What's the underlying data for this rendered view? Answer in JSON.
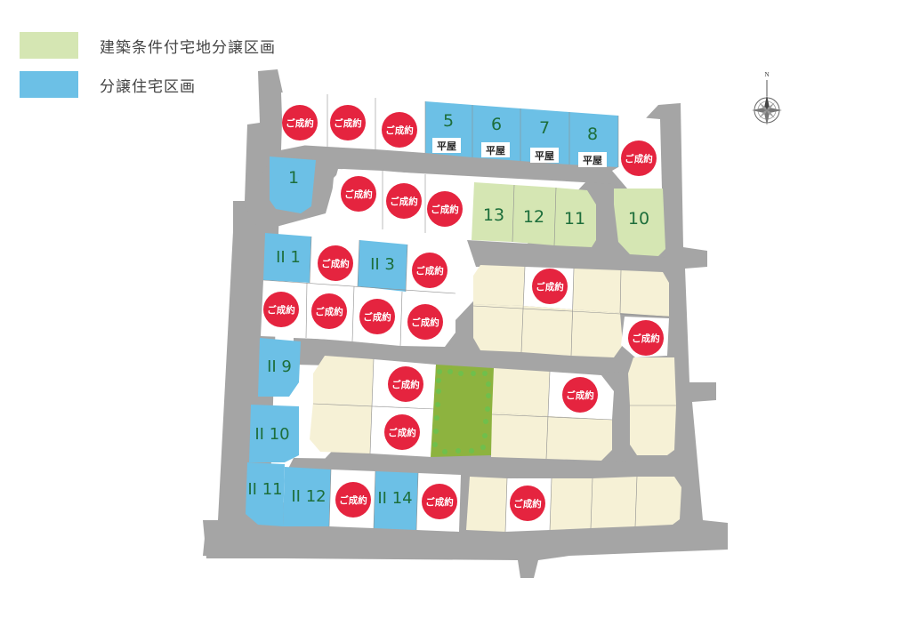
{
  "legend": [
    {
      "label": "建築条件付宅地分譲区画",
      "color": "#d5e6b3"
    },
    {
      "label": "分譲住宅区画",
      "color": "#6cc0e6"
    }
  ],
  "compass": {
    "north_label": "N"
  },
  "sold_label": "ご成約",
  "flat_label": "平屋",
  "colors": {
    "road": "#a5a5a5",
    "conditional_lot": "#d5e6b3",
    "house_lot": "#6cc0e6",
    "other_lot": "#f6f1d6",
    "sold_lot": "#ffffff",
    "park": "#8db33f",
    "sold_badge": "#e5243f",
    "lot_number": "#1d6e3b"
  },
  "lots": {
    "n5": "5",
    "n6": "6",
    "n7": "7",
    "n8": "8",
    "n1": "1",
    "n13": "13",
    "n12": "12",
    "n11": "11",
    "n10": "10",
    "ii1": "II 1",
    "ii3": "II 3",
    "ii9": "II 9",
    "ii10": "II 10",
    "ii11": "II 11",
    "ii12": "II 12",
    "ii14": "II 14"
  }
}
